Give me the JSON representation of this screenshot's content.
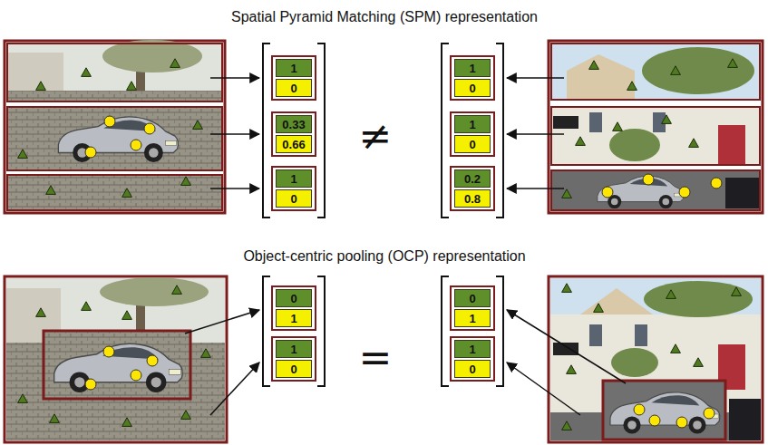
{
  "diagram": {
    "nodes": [
      {
        "text": [
          "1"
        ]
      },
      {
        "text": [
          "0"
        ]
      },
      {
        "text": [
          "0.33"
        ]
      },
      {
        "text": [
          "0.66"
        ]
      },
      {
        "text": [
          "1"
        ]
      },
      {
        "text": [
          "0"
        ]
      },
      {
        "text": [
          "1"
        ]
      },
      {
        "text": [
          "0"
        ]
      },
      {
        "text": [
          "1"
        ]
      },
      {
        "text": [
          "0"
        ]
      },
      {
        "text": [
          "0.2"
        ]
      },
      {
        "text": [
          "0.8"
        ]
      },
      {
        "text": [
          "0"
        ]
      },
      {
        "text": [
          "1"
        ]
      },
      {
        "text": [
          "1"
        ]
      },
      {
        "text": [
          "0"
        ]
      },
      {
        "text": [
          "0"
        ]
      },
      {
        "text": [
          "1"
        ]
      },
      {
        "text": [
          "1"
        ]
      },
      {
        "text": [
          "0"
        ]
      }
    ],
    "labels": [
      "Spatial Pyramid Matching (SPM) representation",
      "≠",
      "Object-centric pooling (OCP) representation",
      "="
    ]
  }
}
